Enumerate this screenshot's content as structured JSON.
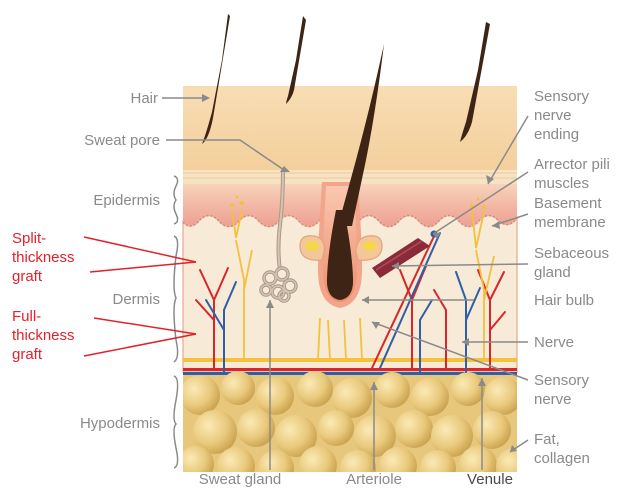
{
  "colors": {
    "hair_layer": "#f7d7a6",
    "epidermis": "#f4b6a6",
    "dermis": "#f7ead6",
    "hypodermis": "#e7c77c",
    "label_gray": "#8a8a8a",
    "graft_red": "#e3212b",
    "artery": "#d8262b",
    "vein": "#2f5fa6",
    "nerve": "#f3c13b",
    "hair": "#3d2415"
  },
  "labels": {
    "hair": "Hair",
    "sweat_pore": "Sweat pore",
    "epidermis": "Epidermis",
    "split_thickness": [
      "Split-",
      "thickness",
      "graft"
    ],
    "full_thickness": [
      "Full-",
      "thickness",
      "graft"
    ],
    "dermis": "Dermis",
    "hypodermis": "Hypodermis",
    "sensory_nerve_ending": [
      "Sensory",
      "nerve",
      "ending"
    ],
    "arrector_pili": [
      "Arrector pili",
      "muscles"
    ],
    "basement_membrane": [
      "Basement",
      "membrane"
    ],
    "sebaceous_gland": [
      "Sebaceous",
      "gland"
    ],
    "hair_bulb": "Hair bulb",
    "nerve": "Nerve",
    "sensory_nerve": [
      "Sensory",
      "nerve"
    ],
    "fat_collagen": [
      "Fat,",
      "collagen"
    ],
    "sweat_gland": "Sweat gland",
    "arteriole": "Arteriole",
    "venule": "Venule"
  }
}
